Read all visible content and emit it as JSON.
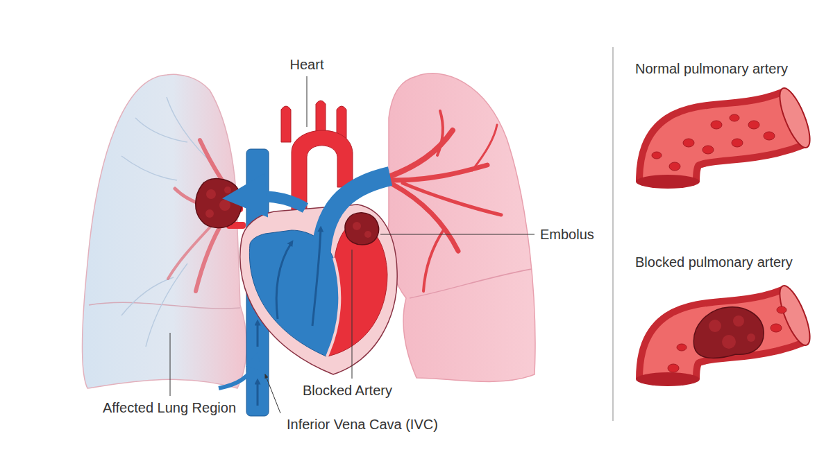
{
  "diagram": {
    "labels": [
      "Heart",
      "Normal pulmonary artery",
      "Embolus",
      "Blocked pulmonary artery",
      "Blocked Artery",
      "Affected Lung Region",
      "Inferior Vena Cava (IVC)"
    ]
  }
}
